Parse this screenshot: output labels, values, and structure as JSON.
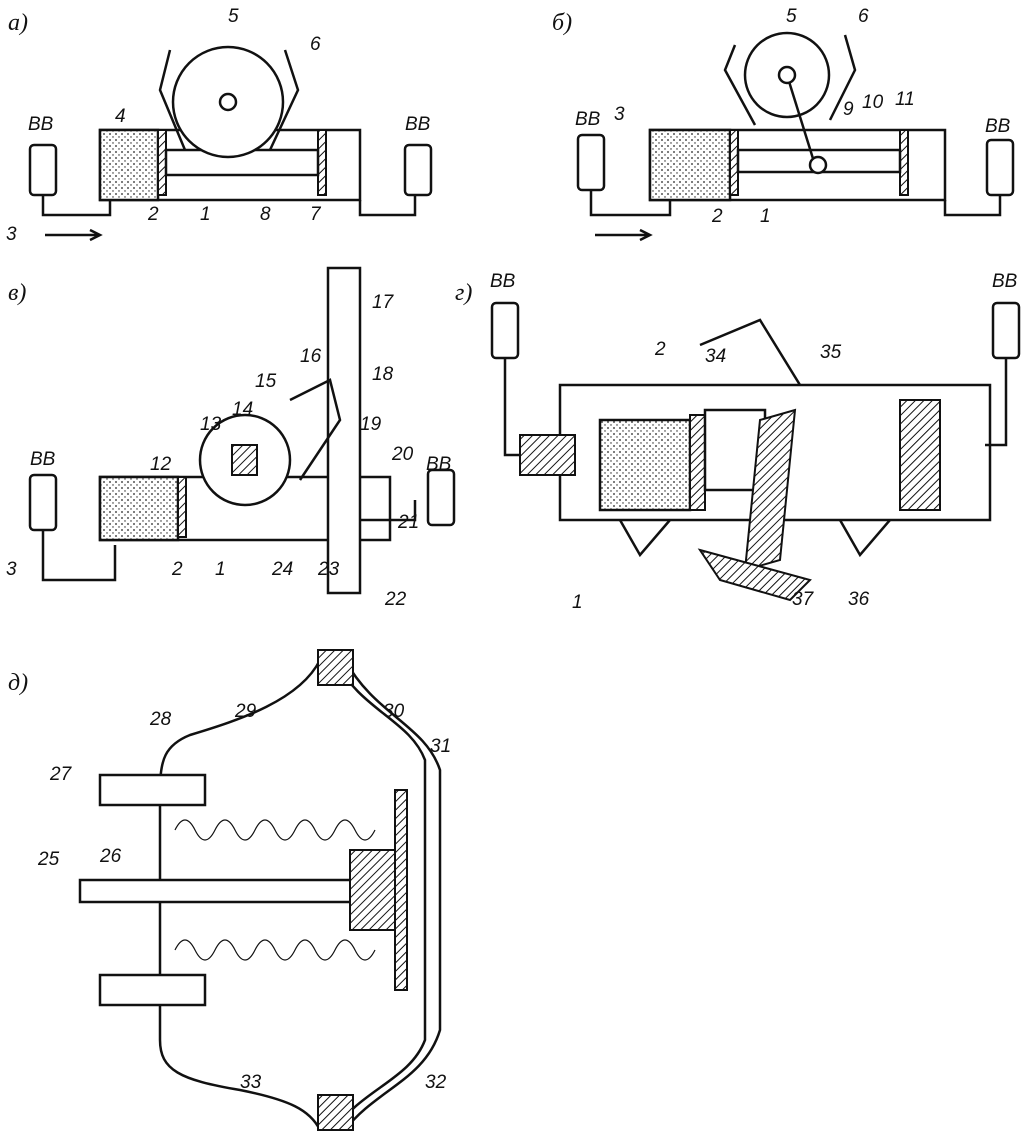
{
  "panels": {
    "a": {
      "title": "а)",
      "labels": {
        "n5": "5",
        "n6": "6",
        "n4": "4",
        "bb1": "ВВ",
        "bb2": "ВВ",
        "n3": "3",
        "n2": "2",
        "n1": "1",
        "n8": "8",
        "n7": "7"
      }
    },
    "b": {
      "title": "б)",
      "labels": {
        "n5": "5",
        "n6": "6",
        "n9": "9",
        "n10": "10",
        "n11": "11",
        "bb1": "ВВ",
        "n3": "3",
        "bb2": "ВВ",
        "n2": "2",
        "n1": "1"
      }
    },
    "v": {
      "title": "в)",
      "labels": {
        "n17": "17",
        "n16": "16",
        "n15": "15",
        "n18": "18",
        "n14": "14",
        "n13": "13",
        "n19": "19",
        "n20": "20",
        "n12": "12",
        "n21": "21",
        "bb1": "ВВ",
        "bb2": "ВВ",
        "n3": "3",
        "n2": "2",
        "n1": "1",
        "n24": "24",
        "n23": "23",
        "n22": "22"
      }
    },
    "g": {
      "title": "г)",
      "labels": {
        "bb1": "ВВ",
        "bb2": "ВВ",
        "n2": "2",
        "n34": "34",
        "n35": "35",
        "n1": "1",
        "n37": "37",
        "n36": "36"
      }
    },
    "d": {
      "title": "д)",
      "labels": {
        "n28": "28",
        "n29": "29",
        "n30": "30",
        "n31": "31",
        "n27": "27",
        "n26": "26",
        "n25": "25",
        "n33": "33",
        "n32": "32"
      }
    }
  }
}
